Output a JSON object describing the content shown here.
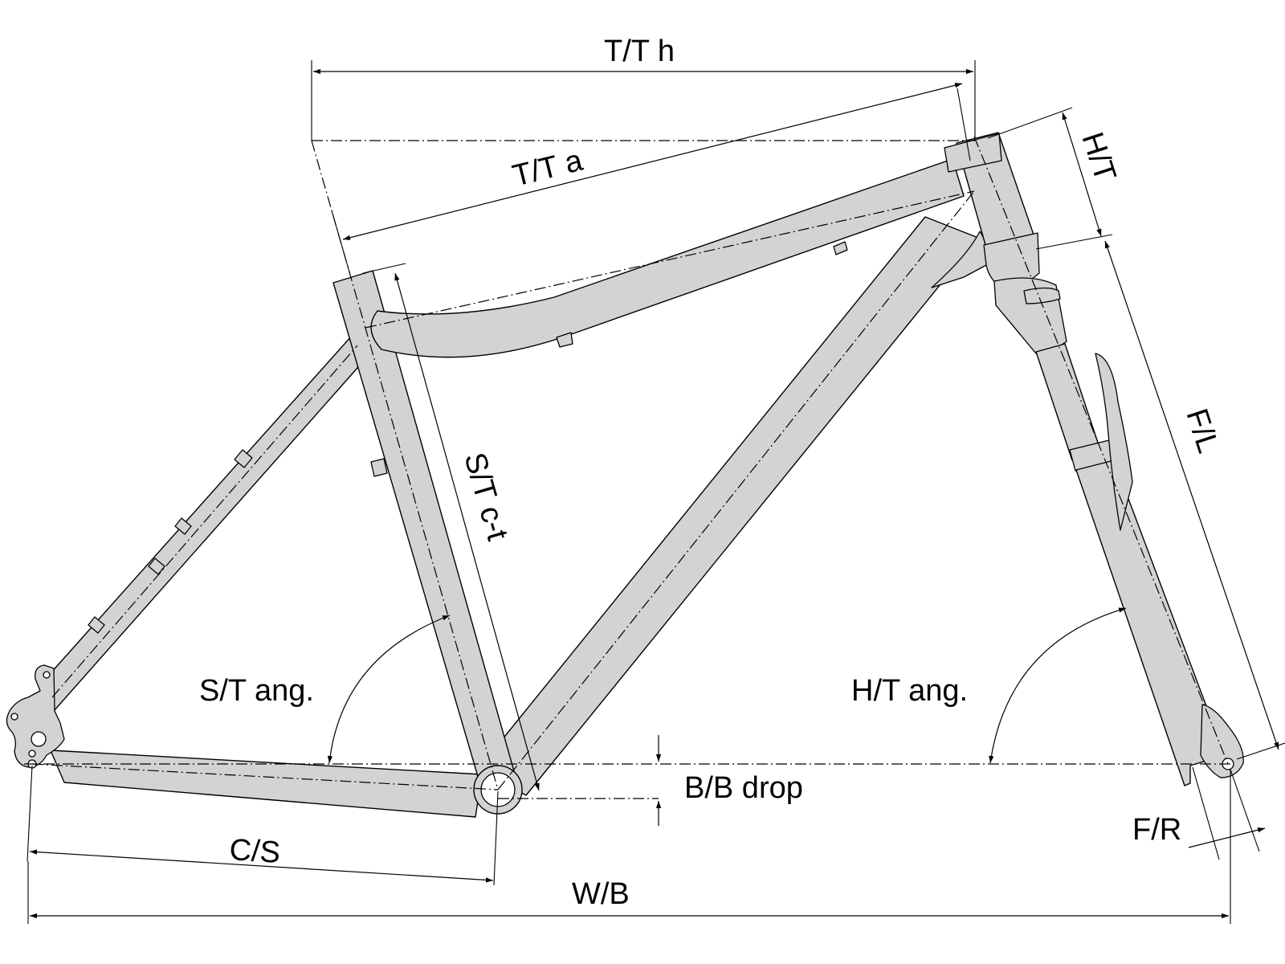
{
  "labels": {
    "top_tube_horizontal": "T/T h",
    "top_tube_actual": "T/T a",
    "head_tube": "H/T",
    "fork_length": "F/L",
    "seat_tube_ct": "S/T c-t",
    "seat_tube_angle": "S/T ang.",
    "head_tube_angle": "H/T ang.",
    "bb_drop": "B/B drop",
    "chainstay": "C/S",
    "fork_rake": "F/R",
    "wheelbase": "W/B"
  },
  "colors": {
    "tube_fill": "#d3d3d3",
    "line": "#000000",
    "background": "#ffffff"
  }
}
